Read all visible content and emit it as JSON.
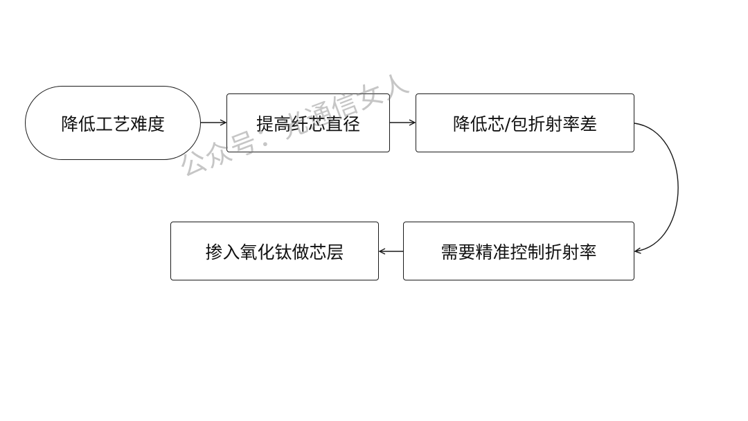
{
  "nodes": [
    {
      "id": "n1",
      "label": "降低工艺难度"
    },
    {
      "id": "n2",
      "label": "提高纤芯直径"
    },
    {
      "id": "n3",
      "label": "降低芯/包折射率差"
    },
    {
      "id": "n4",
      "label": "需要精准控制折射率"
    },
    {
      "id": "n5",
      "label": "掺入氧化钛做芯层"
    }
  ],
  "edges": [
    {
      "from": "n1",
      "to": "n2"
    },
    {
      "from": "n2",
      "to": "n3"
    },
    {
      "from": "n3",
      "to": "n4"
    },
    {
      "from": "n4",
      "to": "n5"
    }
  ],
  "watermark": "公众号：光通信女人",
  "colors": {
    "stroke": "#1a1a1a",
    "background": "#ffffff",
    "watermark": "#787878"
  }
}
